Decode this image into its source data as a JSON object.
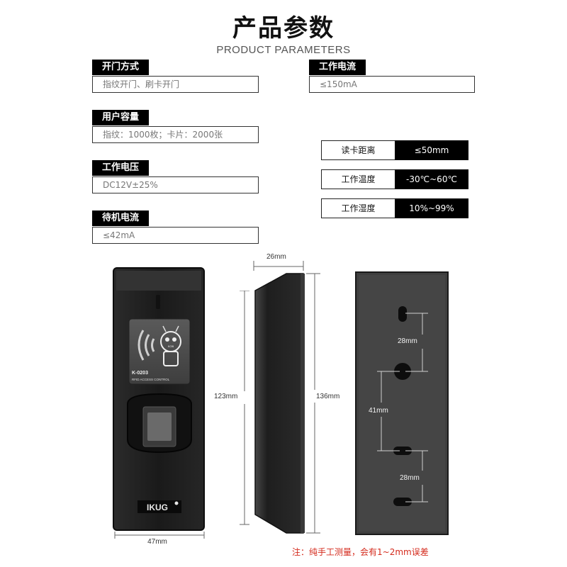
{
  "header": {
    "title": "产品参数",
    "subtitle": "PRODUCT PARAMETERS"
  },
  "params": [
    {
      "label": "开门方式",
      "value": "指纹开门、刷卡开门"
    },
    {
      "label": "用户容量",
      "value": "指纹：1000枚；卡片：2000张"
    },
    {
      "label": "工作电压",
      "value": "DC12V±25%"
    },
    {
      "label": "待机电流",
      "value": "≤42mA"
    },
    {
      "label": "工作电流",
      "value": "≤150mA"
    }
  ],
  "specs": [
    {
      "key": "读卡距离",
      "value": "≤50mm"
    },
    {
      "key": "工作温度",
      "value": "-30℃~60℃"
    },
    {
      "key": "工作湿度",
      "value": "10%~99%"
    }
  ],
  "device": {
    "model": "K-0203",
    "caption": "RFID ACCESS CONTROL",
    "mascot_text": "KOB",
    "brand": "IKUG"
  },
  "dimensions": {
    "width": "47mm",
    "height_front": "123mm",
    "depth": "26mm",
    "height_side": "136mm",
    "hole_gap_top": "28mm",
    "hole_gap_mid": "41mm",
    "hole_gap_bottom": "28mm"
  },
  "note": "注：纯手工测量，会有1~2mm误差",
  "colors": {
    "panel": "#000000",
    "device_body": "#1c1c1c",
    "note": "#d42a1c"
  }
}
